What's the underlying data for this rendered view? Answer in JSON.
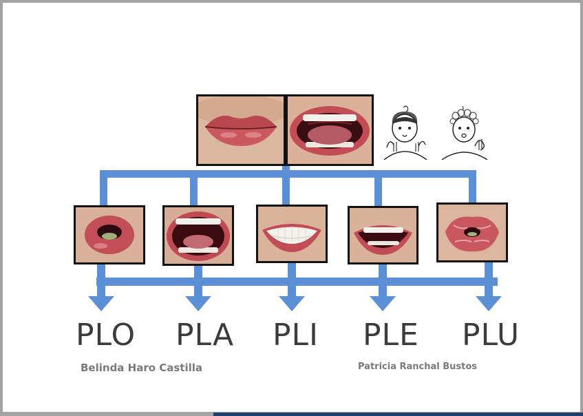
{
  "syllables": [
    "PLO",
    "PLA",
    "PLI",
    "PLE",
    "PLU"
  ],
  "credits": {
    "left": "Belinda Haro Castilla",
    "right": "Patricia Ranchal Bustos"
  },
  "colors": {
    "connector": "#5b8fd6",
    "frame": "#a3a3a3",
    "text": "#3b3b3b",
    "credit": "#7a7a7a",
    "lip": "#c0555c"
  },
  "icons": {
    "top_left": "closed-lips-image",
    "top_right": "open-mouth-tongue-image",
    "sketch_left": "child-sign-sketch-image",
    "sketch_right": "child-sign-sketch-image",
    "row": [
      "rounded-o-mouth-image",
      "wide-open-a-mouth-image",
      "smile-i-mouth-image",
      "open-smile-e-mouth-image",
      "puckered-u-mouth-image"
    ]
  }
}
